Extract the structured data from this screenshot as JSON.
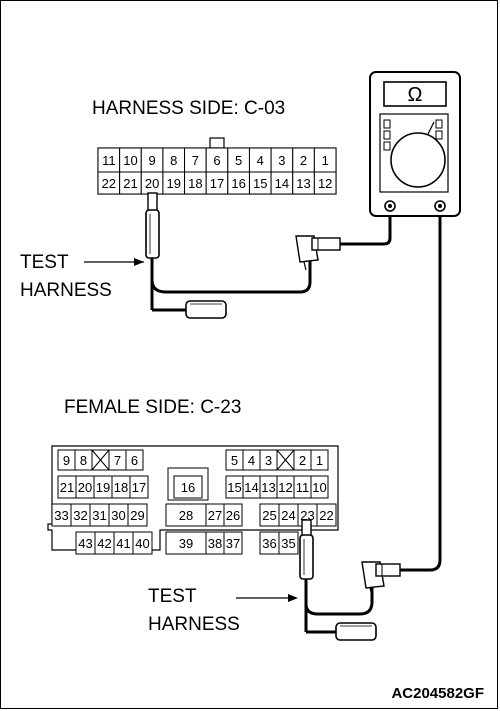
{
  "harness_connector": {
    "title": "HARNESS SIDE: C-03",
    "top_row": [
      "11",
      "10",
      "9",
      "8",
      "7",
      "6",
      "5",
      "4",
      "3",
      "2",
      "1"
    ],
    "bottom_row": [
      "22",
      "21",
      "20",
      "19",
      "18",
      "17",
      "16",
      "15",
      "14",
      "13",
      "12"
    ]
  },
  "female_connector": {
    "title": "FEMALE SIDE: C-23",
    "row1_left": [
      "9",
      "8",
      "",
      "7",
      "6"
    ],
    "row1_right": [
      "5",
      "4",
      "3",
      "",
      "2",
      "1"
    ],
    "row2_left": [
      "21",
      "20",
      "19",
      "18",
      "17"
    ],
    "row2_mid": "16",
    "row2_right": [
      "15",
      "14",
      "13",
      "12",
      "11",
      "10"
    ],
    "row3_left": [
      "33",
      "32",
      "31",
      "30",
      "29"
    ],
    "row3_mid": [
      "28",
      "27",
      "26"
    ],
    "row3_right": [
      "25",
      "24",
      "23",
      "22"
    ],
    "row4_left": [
      "43",
      "42",
      "41",
      "40"
    ],
    "row4_mid": [
      "39",
      "38",
      "37"
    ],
    "row4_right": [
      "36",
      "35"
    ]
  },
  "labels": {
    "test_harness_1_line1": "TEST",
    "test_harness_1_line2": "HARNESS",
    "test_harness_2_line1": "TEST",
    "test_harness_2_line2": "HARNESS",
    "meter_symbol": "Ω",
    "figure_code": "AC204582GF"
  }
}
